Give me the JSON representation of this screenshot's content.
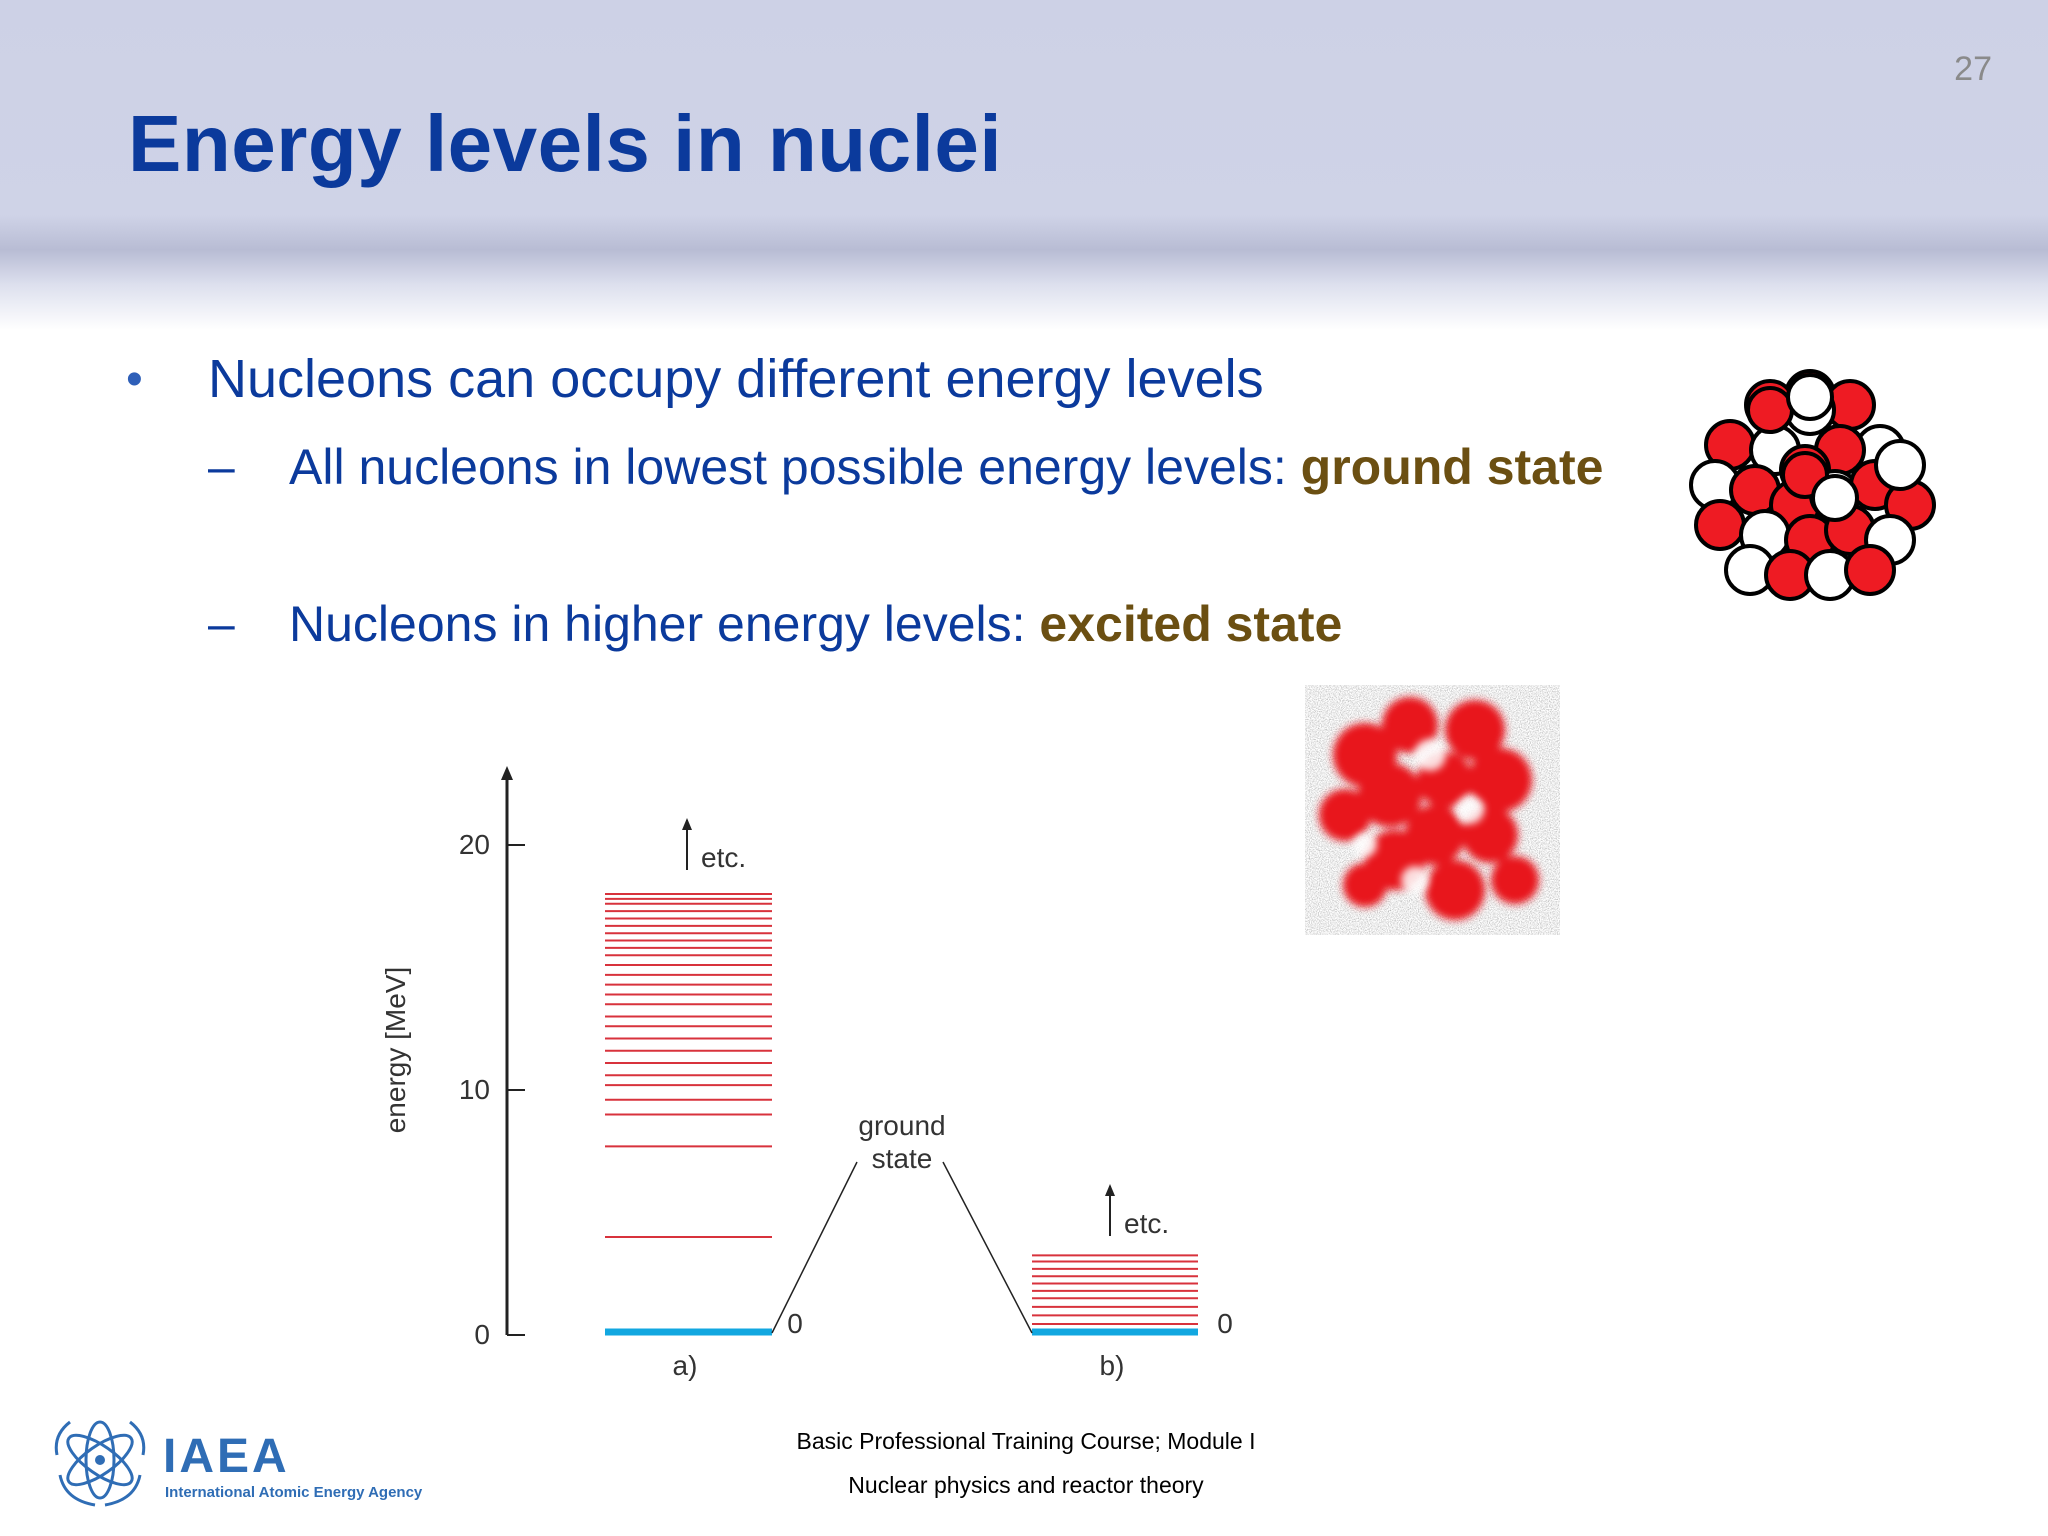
{
  "slide": {
    "number": "27",
    "title": "Energy levels in nuclei"
  },
  "content": {
    "bullet": "Nucleons can occupy different energy levels",
    "sub1": {
      "text": "All nucleons in lowest possible energy levels: ",
      "highlight": "ground state"
    },
    "sub2": {
      "text": "Nucleons in higher energy levels: ",
      "highlight": "excited state"
    }
  },
  "chart_data": {
    "type": "level-diagram",
    "ylabel": "energy [MeV]",
    "ylim": [
      0,
      20
    ],
    "yticks": [
      "0",
      "10",
      "20"
    ],
    "panels": [
      {
        "label": "a)",
        "ground": 0,
        "ground_label": "0",
        "levels": [
          4.0,
          7.7,
          9.0,
          9.6,
          10.2,
          10.6,
          11.1,
          11.6,
          12.1,
          12.6,
          13.0,
          13.5,
          13.9,
          14.3,
          14.7,
          15.1,
          15.5,
          15.8,
          16.1,
          16.4,
          16.7,
          17.0,
          17.3,
          17.6,
          17.8,
          18.0
        ],
        "etc": "etc."
      },
      {
        "label": "b)",
        "ground": 0,
        "ground_label": "0",
        "levels": [
          0.45,
          0.8,
          1.15,
          1.5,
          1.8,
          2.1,
          2.4,
          2.7,
          3.0,
          3.25
        ],
        "etc": "etc."
      }
    ],
    "annotation": [
      "ground",
      "state"
    ],
    "colors": {
      "excited": "#d8323c",
      "ground": "#12a7e0",
      "axis": "#222222"
    }
  },
  "footer": {
    "line1": "Basic Professional Training Course; Module I",
    "line2": "Nuclear physics and reactor theory",
    "logo_text": "IAEA",
    "logo_sub": "International Atomic Energy Agency"
  },
  "colors": {
    "title": "#0b3a9c",
    "highlight": "#6b4f12",
    "nucleon_red": "#ee1b23"
  }
}
